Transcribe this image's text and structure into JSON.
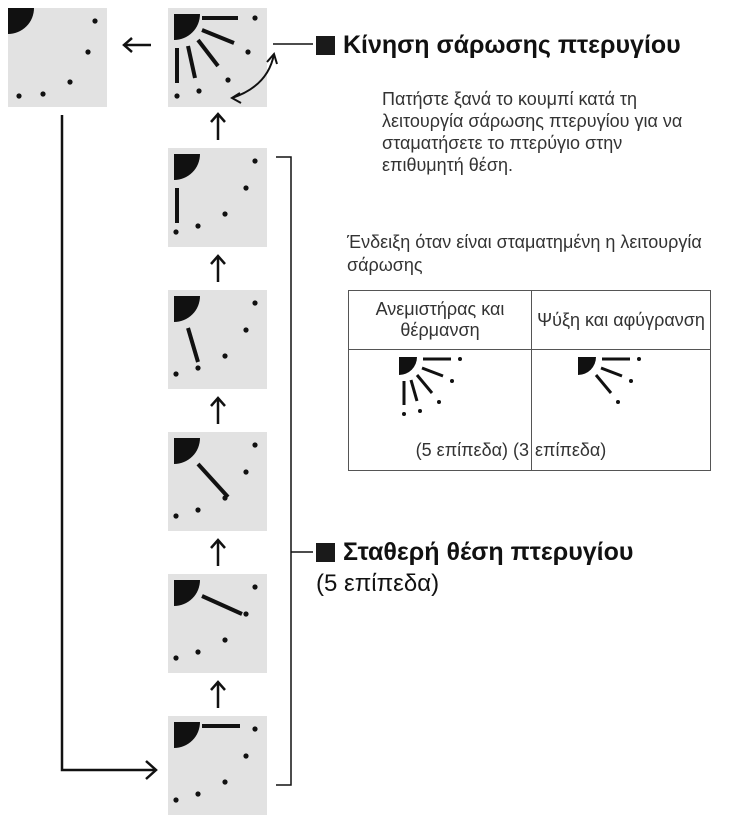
{
  "swing_heading": "Κίνηση σάρωσης πτερυγίου",
  "swing_note": "Πατήστε ξανά το κουμπί κατά τη λειτουργία σάρωσης πτερυγίου για να σταματήσετε το πτερύγιο στην επιθυμητή θέση.",
  "indication_caption": "Ένδειξη όταν είναι σταματημένη η λειτουργία σάρωσης",
  "table": {
    "col1_header": "Ανεμιστήρας και θέρμανση",
    "col2_header": "Ψύξη και αφύγρανση",
    "col1_levels": "(5 επίπεδα) (3",
    "col2_levels": "επίπεδα)"
  },
  "fixed_heading": "Σταθερή θέση πτερυγίου",
  "fixed_levels": "(5 επίπεδα)",
  "colors": {
    "panel": "#e2e2e2",
    "ink": "#111111",
    "line": "#333333"
  }
}
